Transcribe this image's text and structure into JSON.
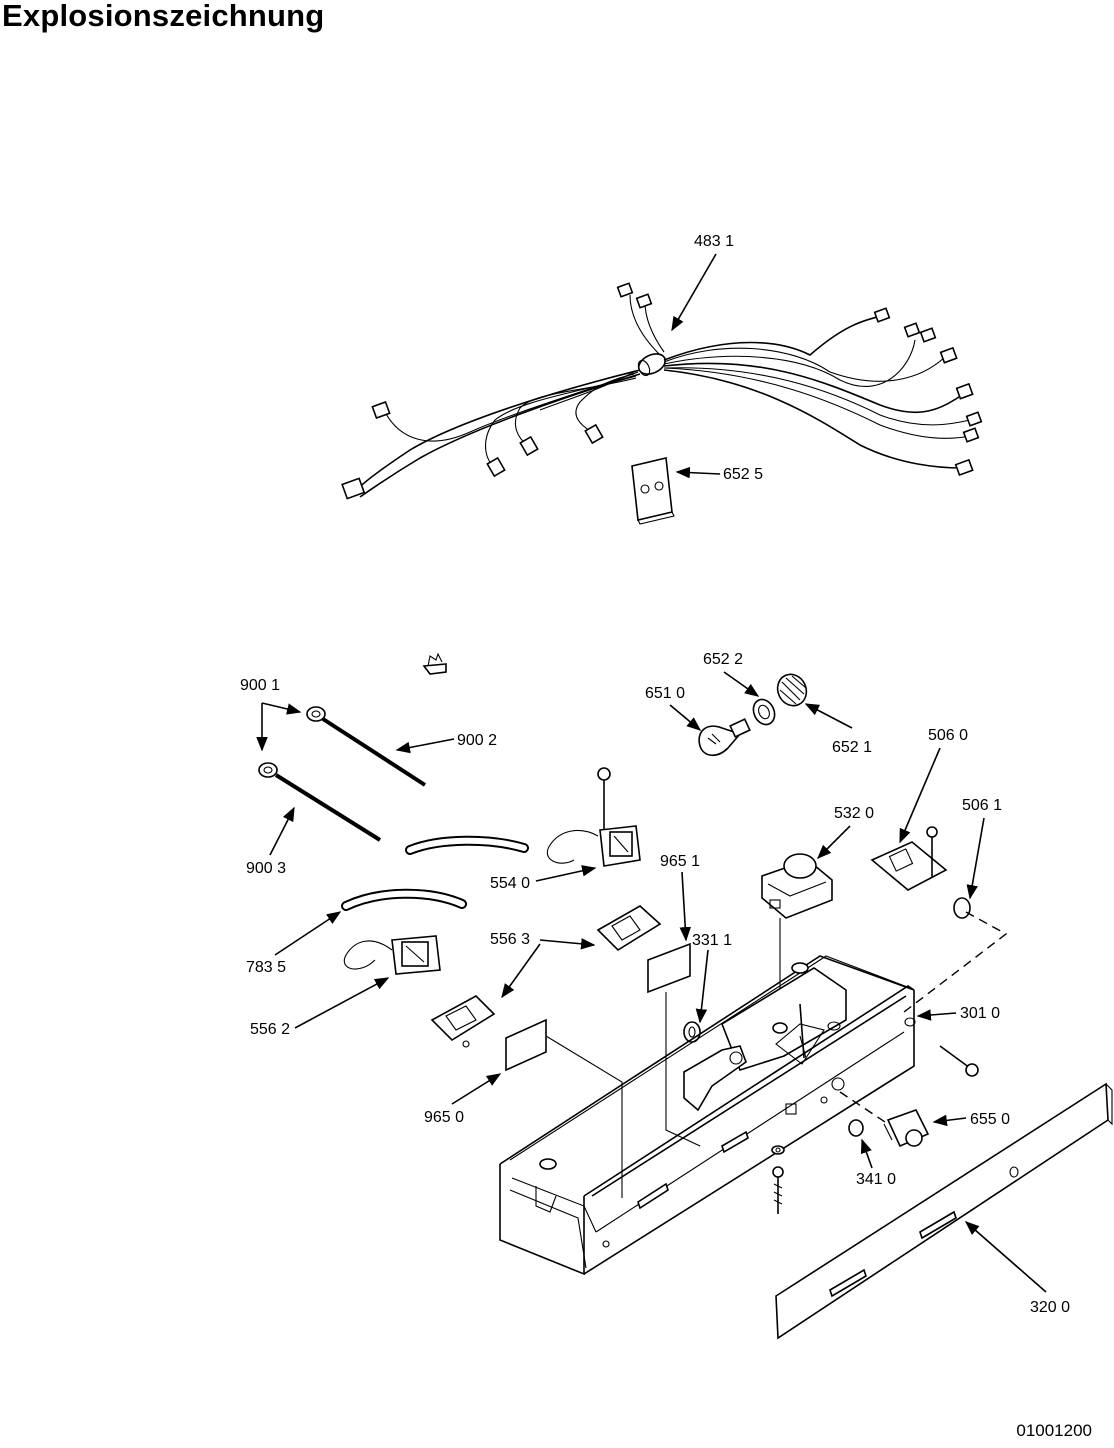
{
  "page": {
    "title": "Explosionszeichnung",
    "drawing_number": "01001200"
  },
  "part_labels": {
    "p4831": "483 1",
    "p6525": "652 5",
    "p9001": "900 1",
    "p9002": "900 2",
    "p9003": "900 3",
    "p7835": "783 5",
    "p5562": "556 2",
    "p5563": "556 3",
    "p5540": "554 0",
    "p9650": "965 0",
    "p9651": "965 1",
    "p3311": "331 1",
    "p6510": "651 0",
    "p6522": "652 2",
    "p6521": "652 1",
    "p5320": "532 0",
    "p5060": "506 0",
    "p5061": "506 1",
    "p3010": "301 0",
    "p6550": "655 0",
    "p3410": "341 0",
    "p3200": "320 0"
  }
}
